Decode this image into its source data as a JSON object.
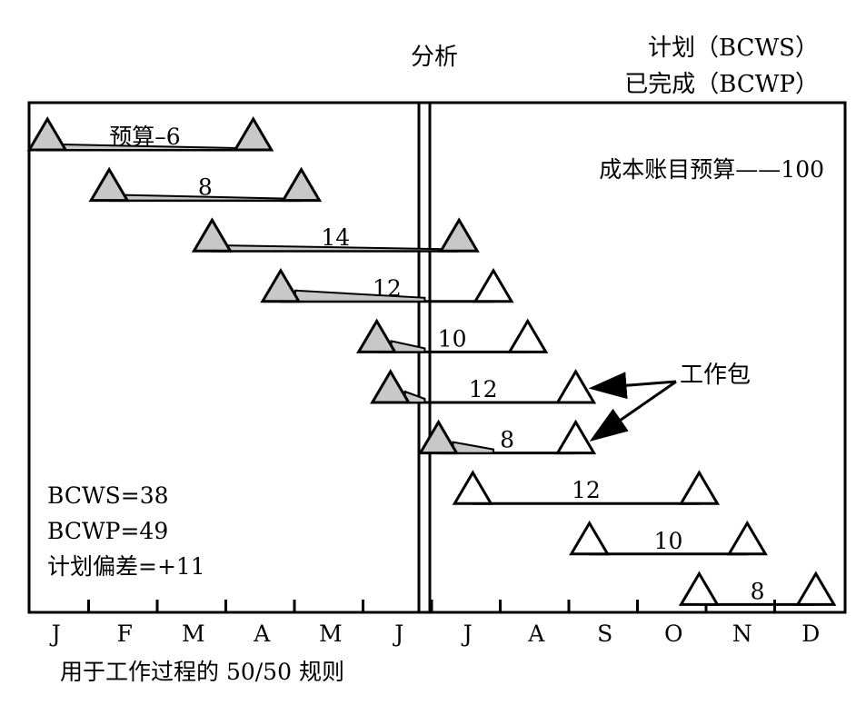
{
  "header": {
    "analysis_label": "分析",
    "legend_planned": "计划（BCWS）",
    "legend_completed": "已完成（BCWP）"
  },
  "account": {
    "budget_label": "成本账目预算——100"
  },
  "work_package_label": "工作包",
  "stats": {
    "bcws": "BCWS=38",
    "bcwp": "BCWP=49",
    "variance": "计划偏差=+11"
  },
  "caption": "用于工作过程的 50/50 规则",
  "chart_data": {
    "type": "gantt",
    "months": [
      "J",
      "F",
      "M",
      "A",
      "M",
      "J",
      "J",
      "A",
      "S",
      "O",
      "N",
      "D"
    ],
    "status_date": "end of June",
    "tasks": [
      {
        "label": "预算–6",
        "start_month": 0.4,
        "end_month": 3.4,
        "completed": true
      },
      {
        "label": "8",
        "start_month": 1.3,
        "end_month": 4.1,
        "completed": true
      },
      {
        "label": "14",
        "start_month": 2.8,
        "end_month": 6.4,
        "completed": true
      },
      {
        "label": "12",
        "start_month": 3.8,
        "end_month": 6.9,
        "started": true,
        "progress_to_month": 5.9
      },
      {
        "label": "10",
        "start_month": 5.2,
        "end_month": 7.4,
        "started": true,
        "progress_to_month": 5.9
      },
      {
        "label": "12",
        "start_month": 5.4,
        "end_month": 8.1,
        "started": true,
        "progress_to_month": 5.9
      },
      {
        "label": "8",
        "start_month": 6.1,
        "end_month": 8.1,
        "started": true,
        "progress_to_month": 6.9
      },
      {
        "label": "12",
        "start_month": 6.6,
        "end_month": 9.9,
        "started": false
      },
      {
        "label": "10",
        "start_month": 8.3,
        "end_month": 10.6,
        "started": false
      },
      {
        "label": "8",
        "start_month": 9.9,
        "end_month": 11.6,
        "started": false
      }
    ],
    "work_package_arrow_targets": [
      5,
      6
    ]
  }
}
